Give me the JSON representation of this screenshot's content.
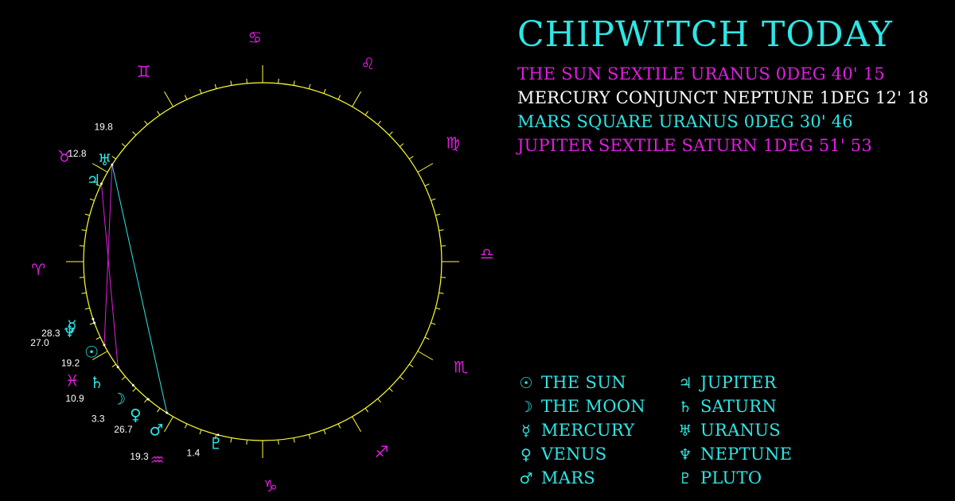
{
  "title": "CHIPWITCH TODAY",
  "colors": {
    "background": "#000000",
    "magenta": "#e01ee0",
    "cyan": "#2ee6e6",
    "white": "#ffffff",
    "ring": "#ffff33"
  },
  "aspects": [
    {
      "text": "THE SUN SEXTILE URANUS 0DEG 40' 15",
      "color": "#e01ee0"
    },
    {
      "text": "MERCURY CONJUNCT NEPTUNE 1DEG 12' 18",
      "color": "#ffffff"
    },
    {
      "text": "MARS SQUARE URANUS 0DEG 30' 46",
      "color": "#2ee6e6"
    },
    {
      "text": "JUPITER SEXTILE SATURN 1DEG 51' 53",
      "color": "#e01ee0"
    }
  ],
  "legend": [
    {
      "glyph": "☉",
      "icon": "sun-icon",
      "name": "THE SUN"
    },
    {
      "glyph": "☽",
      "icon": "moon-icon",
      "name": "THE MOON"
    },
    {
      "glyph": "☿",
      "icon": "mercury-icon",
      "name": "MERCURY"
    },
    {
      "glyph": "♀",
      "icon": "venus-icon",
      "name": "VENUS"
    },
    {
      "glyph": "♂",
      "icon": "mars-icon",
      "name": "MARS"
    },
    {
      "glyph": "♃",
      "icon": "jupiter-icon",
      "name": "JUPITER"
    },
    {
      "glyph": "♄",
      "icon": "saturn-icon",
      "name": "SATURN"
    },
    {
      "glyph": "♅",
      "icon": "uranus-icon",
      "name": "URANUS"
    },
    {
      "glyph": "♆",
      "icon": "neptune-icon",
      "name": "NEPTUNE"
    },
    {
      "glyph": "♇",
      "icon": "pluto-icon",
      "name": "PLUTO"
    }
  ],
  "zodiac": [
    {
      "sign": "aries",
      "glyph": "♈",
      "icon": "aries-icon"
    },
    {
      "sign": "taurus",
      "glyph": "♉",
      "icon": "taurus-icon"
    },
    {
      "sign": "gemini",
      "glyph": "♊",
      "icon": "gemini-icon"
    },
    {
      "sign": "cancer",
      "glyph": "♋",
      "icon": "cancer-icon"
    },
    {
      "sign": "leo",
      "glyph": "♌",
      "icon": "leo-icon"
    },
    {
      "sign": "virgo",
      "glyph": "♍",
      "icon": "virgo-icon"
    },
    {
      "sign": "libra",
      "glyph": "♎",
      "icon": "libra-icon"
    },
    {
      "sign": "scorpio",
      "glyph": "♏",
      "icon": "scorpio-icon"
    },
    {
      "sign": "sagittarius",
      "glyph": "♐",
      "icon": "sagittarius-icon"
    },
    {
      "sign": "capricorn",
      "glyph": "♑",
      "icon": "capricorn-icon"
    },
    {
      "sign": "aquarius",
      "glyph": "♒",
      "icon": "aquarius-icon"
    },
    {
      "sign": "pisces",
      "glyph": "♓",
      "icon": "pisces-icon"
    }
  ],
  "planets": [
    {
      "name": "sun",
      "glyph": "☉",
      "sign": "pisces",
      "degree": "19.2"
    },
    {
      "name": "moon",
      "glyph": "☽",
      "sign": "pisces",
      "degree": "3.3"
    },
    {
      "name": "mercury",
      "glyph": "☿",
      "sign": "pisces",
      "degree": "28.3"
    },
    {
      "name": "venus",
      "glyph": "♀",
      "sign": "aquarius",
      "degree": "26.7"
    },
    {
      "name": "mars",
      "glyph": "♂",
      "sign": "aquarius",
      "degree": "19.3"
    },
    {
      "name": "jupiter",
      "glyph": "♃",
      "sign": "taurus",
      "degree": "12.8"
    },
    {
      "name": "saturn",
      "glyph": "♄",
      "sign": "pisces",
      "degree": "10.9"
    },
    {
      "name": "uranus",
      "glyph": "♅",
      "sign": "taurus",
      "degree": "19.8"
    },
    {
      "name": "neptune",
      "glyph": "♆",
      "sign": "pisces",
      "degree": "27.0"
    },
    {
      "name": "pluto",
      "glyph": "♇",
      "sign": "aquarius",
      "degree": "1.4"
    }
  ],
  "aspect_lines": [
    {
      "from": "sun",
      "to": "uranus",
      "color": "#e01ee0"
    },
    {
      "from": "mercury",
      "to": "neptune",
      "color": "#ffffff"
    },
    {
      "from": "mars",
      "to": "uranus",
      "color": "#2ee6e6"
    },
    {
      "from": "jupiter",
      "to": "saturn",
      "color": "#e01ee0"
    }
  ]
}
